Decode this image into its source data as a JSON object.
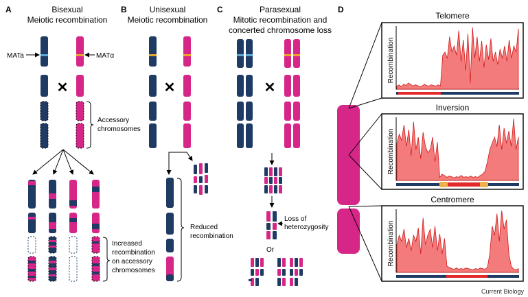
{
  "figure": {
    "credit": "Current Biology",
    "colors": {
      "navy": "#1f3a63",
      "magenta": "#d62788",
      "mat_a": "#5aa9d6",
      "mat_alpha": "#e8a52a",
      "recomb_fill": "#f47b7b",
      "recomb_line": "#d11919",
      "track_red": "#e32a2a",
      "track_orange": "#f0b14a"
    }
  },
  "panels": {
    "A": {
      "letter": "A",
      "title_line1": "Bisexual",
      "title_line2": "Meiotic recombination",
      "mat_a_label": "MATa",
      "mat_alpha_label": "MATα",
      "cross_symbol": "✕",
      "accessory_label_line1": "Accessory",
      "accessory_label_line2": "chromosomes",
      "result_line1": "Increased",
      "result_line2": "recombination",
      "result_line3": "on accessory",
      "result_line4": "chromosomes"
    },
    "B": {
      "letter": "B",
      "title_line1": "Unisexual",
      "title_line2": "Meiotic recombination",
      "cross_symbol": "✕",
      "result_line1": "Reduced",
      "result_line2": "recombination"
    },
    "C": {
      "letter": "C",
      "title_line1": "Parasexual",
      "title_line2": "Mitotic recombination and",
      "title_line3": "concerted chromosome loss",
      "cross_symbol": "✕",
      "loh_line1": "Loss of",
      "loh_line2": "heterozygosity",
      "or_label": "Or"
    },
    "D": {
      "letter": "D",
      "y_axis_label": "Recombination",
      "plots": [
        {
          "title": "Telomere",
          "values": [
            0.05,
            0.07,
            0.04,
            0.08,
            0.06,
            0.1,
            0.08,
            0.05,
            0.07,
            0.06,
            0.04,
            0.05,
            0.08,
            0.06,
            0.05,
            0.07,
            0.06,
            0.05,
            0.07,
            0.05,
            0.55,
            0.6,
            0.5,
            0.85,
            0.6,
            0.7,
            0.55,
            0.95,
            0.45,
            0.8,
            0.3,
            0.9,
            0.1,
            1.0,
            0.5,
            0.85,
            0.45,
            0.78,
            0.35,
            0.72,
            0.48,
            0.82,
            0.45,
            0.6,
            0.4,
            0.65,
            0.5,
            0.7,
            0.45,
            0.8,
            0.5,
            0.7,
            0.6,
            0.98
          ],
          "track": "telomere"
        },
        {
          "title": "Inversion",
          "values": [
            0.6,
            0.75,
            0.65,
            0.9,
            0.55,
            0.82,
            0.4,
            0.95,
            0.5,
            0.7,
            0.35,
            0.78,
            0.55,
            0.45,
            0.5,
            0.7,
            0.3,
            0.62,
            0.05,
            0.1,
            0.08,
            0.05,
            0.07,
            0.06,
            0.04,
            0.06,
            0.05,
            0.08,
            0.05,
            0.06,
            0.05,
            0.07,
            0.05,
            0.06,
            0.05,
            0.08,
            0.1,
            0.15,
            0.3,
            0.5,
            0.6,
            0.7,
            0.55,
            0.9,
            0.5,
            0.85,
            0.6,
            0.8,
            0.55,
            1.0,
            0.5,
            0.7
          ],
          "track": "inversion"
        },
        {
          "title": "Centromere",
          "values": [
            0.45,
            0.6,
            0.5,
            0.7,
            0.4,
            0.55,
            0.35,
            0.6,
            0.5,
            0.72,
            0.3,
            0.88,
            0.45,
            0.6,
            0.7,
            0.4,
            0.75,
            0.35,
            0.62,
            0.3,
            0.55,
            0.1,
            0.08,
            0.06,
            0.05,
            0.07,
            0.05,
            0.06,
            0.05,
            0.07,
            0.06,
            0.05,
            0.04,
            0.06,
            0.05,
            0.07,
            0.06,
            0.05,
            0.08,
            0.3,
            0.75,
            0.6,
            0.95,
            0.5,
            1.0,
            0.7,
            0.85,
            0.3,
            0.1,
            0.05,
            0.04,
            0.06
          ],
          "track": "centromere"
        }
      ]
    }
  }
}
